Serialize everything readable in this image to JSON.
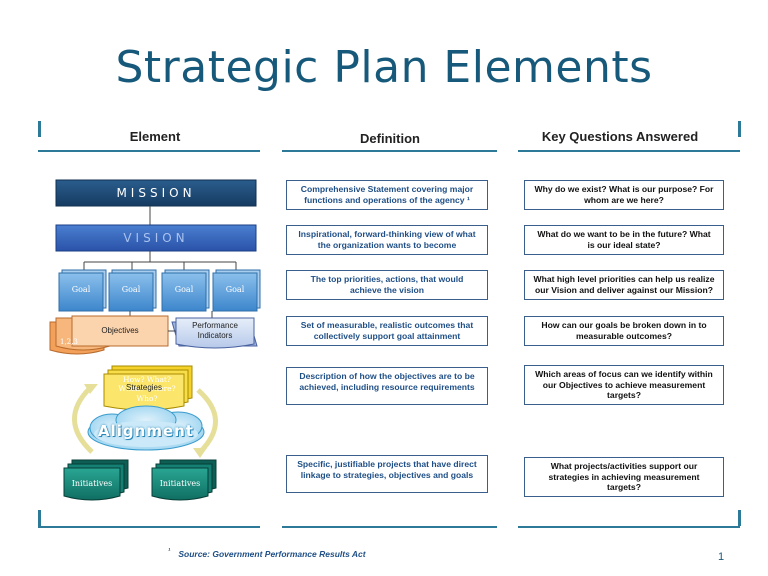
{
  "title": "Strategic Plan Elements",
  "headers": {
    "element": "Element",
    "definition": "Definition",
    "questions": "Key Questions Answered"
  },
  "diagram": {
    "mission": "Mission",
    "vision": "Vision",
    "goals": [
      "Goal",
      "Goal",
      "Goal",
      "Goal"
    ],
    "objectives": "Objectives",
    "objectives_back": "1,2,3",
    "performance_indicators": "Performance Indicators",
    "strategies": "Strategies",
    "strategies_back": "How? What? When? Where? Who?",
    "alignment": "Alignment",
    "initiatives": [
      "Initiatives",
      "Initiatives"
    ]
  },
  "rows": [
    {
      "definition": "Comprehensive Statement covering major functions and operations of the agency ¹",
      "question": "Why do we exist? What is our purpose? For whom are we here?"
    },
    {
      "definition": "Inspirational, forward-thinking view of what the organization wants to become",
      "question": "What do we want to be in the future? What is our ideal state?"
    },
    {
      "definition": "The top priorities, actions, that would achieve the vision",
      "question": "What high level priorities can help us realize our Vision and deliver against our Mission?"
    },
    {
      "definition": "Set of measurable, realistic outcomes that collectively support goal attainment",
      "question": "How can our goals be broken down in to measurable outcomes?"
    },
    {
      "definition": "Description of how the objectives are to be achieved, including resource requirements",
      "question": "Which areas of focus can we identify within our Objectives to achieve measurement targets?"
    },
    {
      "definition": "Specific, justifiable projects that have direct linkage to strategies, objectives and goals",
      "question": "What projects/activities support our strategies in achieving measurement targets?"
    }
  ],
  "footnote": {
    "mark": "¹",
    "text": "Source: Government Performance Results Act"
  },
  "page_number": "1",
  "colors": {
    "title": "#17597a",
    "mission": "#1c4a75",
    "vision": "#3560b8",
    "goal": "#5b9bd5",
    "objectives": "#f7c89b",
    "strategies": "#f4d22a",
    "initiatives": "#1a8f7e"
  }
}
